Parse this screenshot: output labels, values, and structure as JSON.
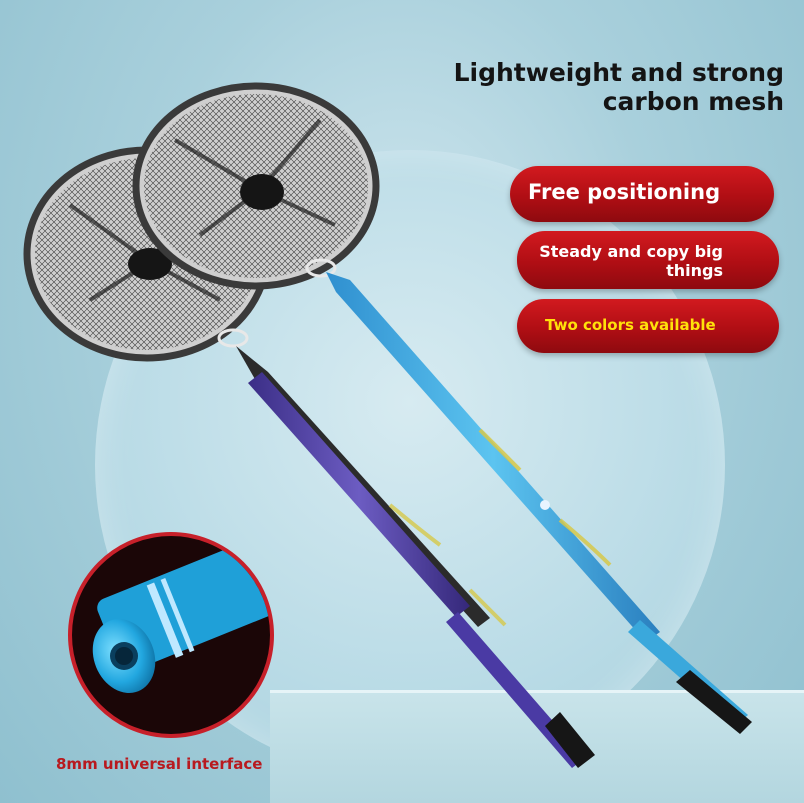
{
  "headline": "Lightweight and strong carbon mesh",
  "features": [
    {
      "label": "Free positioning"
    },
    {
      "label": "Steady and copy big things"
    },
    {
      "label": "Two colors available"
    }
  ],
  "zoom_caption": "8mm universal interface",
  "colors": {
    "accent_red": "#c7161c",
    "highlight_yellow": "#ffe10a",
    "rod_blue": "#3aa8dc",
    "rod_purple": "#4f3fa0"
  }
}
